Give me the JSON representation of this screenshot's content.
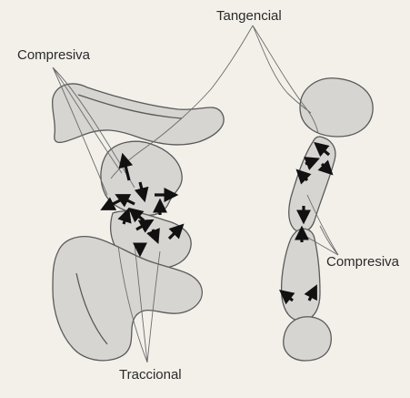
{
  "labels": {
    "tangencial": "Tangencial",
    "compresiva_left": "Compresiva",
    "compresiva_right": "Compresiva",
    "traccional": "Traccional"
  },
  "colors": {
    "background": "#f3f0ea",
    "bone_fill": "#d7d5d2",
    "outline": "#5a5a5a",
    "arrow": "#111111",
    "leader": "#6b6b6b"
  }
}
